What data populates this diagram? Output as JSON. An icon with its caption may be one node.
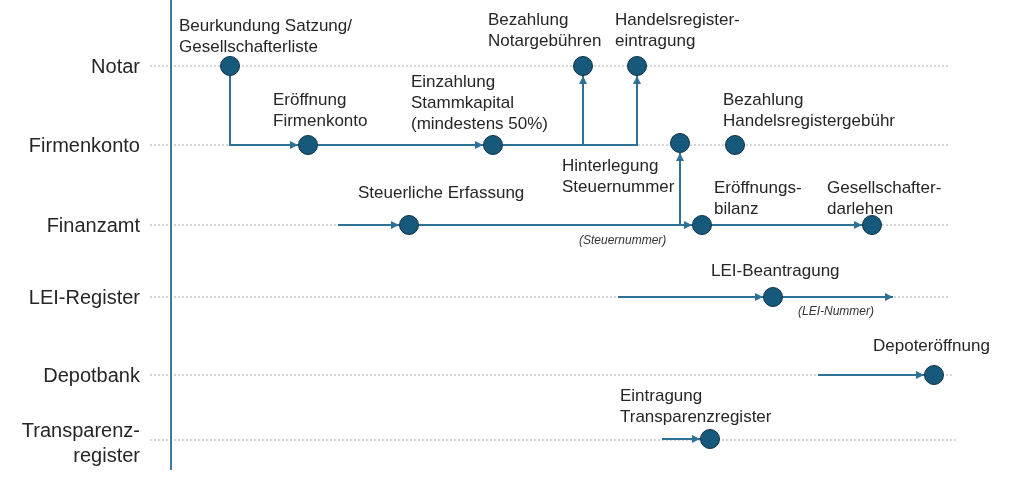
{
  "diagram": {
    "nodes": [
      {
        "text": [
          "Beurkundung Satzung/ Gesellschafterliste"
        ]
      },
      {
        "text": [
          "Eröffnung Firmenkonto"
        ]
      },
      {
        "text": [
          "Einzahlung Stammkapital (mindestens 50%)"
        ]
      },
      {
        "text": [
          "Bezahlung Notargebühren"
        ]
      },
      {
        "text": [
          "Handelsregister- eintragung"
        ]
      },
      {
        "text": [
          "Hinterlegung Steuernummer"
        ]
      },
      {
        "text": [
          "Bezahlung Handelsregistergebühr"
        ]
      },
      {
        "text": [
          "Steuerliche Erfassung"
        ]
      },
      {
        "text": [
          "Eröffnungs- bilanz"
        ]
      },
      {
        "text": [
          "Gesellschafter- darlehen"
        ]
      },
      {
        "text": [
          "LEI-Beantragung"
        ]
      },
      {
        "text": [
          "Depoteröffnung"
        ]
      },
      {
        "text": [
          "Eintragung Transparenzregister"
        ]
      }
    ],
    "edges": [
      {
        "from": 0,
        "to": 1,
        "arrow": "to"
      },
      {
        "from": 1,
        "to": 2,
        "arrow": "to"
      },
      {
        "from": 2,
        "to": 3,
        "arrow": "to"
      },
      {
        "from": 2,
        "to": 4,
        "arrow": "to"
      },
      {
        "from": null,
        "to": 7,
        "arrow": "to"
      },
      {
        "from": 7,
        "to": 5,
        "arrow": "to",
        "label": "(Steuernummer)"
      },
      {
        "from": 7,
        "to": 8,
        "arrow": "to"
      },
      {
        "from": 8,
        "to": 9,
        "arrow": "to"
      },
      {
        "from": null,
        "to": 10,
        "arrow": "to"
      },
      {
        "from": 10,
        "to": null,
        "arrow": "to",
        "label": "(LEI-Nummer)"
      },
      {
        "from": null,
        "to": 11,
        "arrow": "to"
      },
      {
        "from": null,
        "to": 12,
        "arrow": "to"
      }
    ],
    "labels": [
      "Notar",
      "Firmenkonto",
      "Finanzamt",
      "LEI-Register",
      "Depotbank",
      "Transparenz- register"
    ]
  }
}
